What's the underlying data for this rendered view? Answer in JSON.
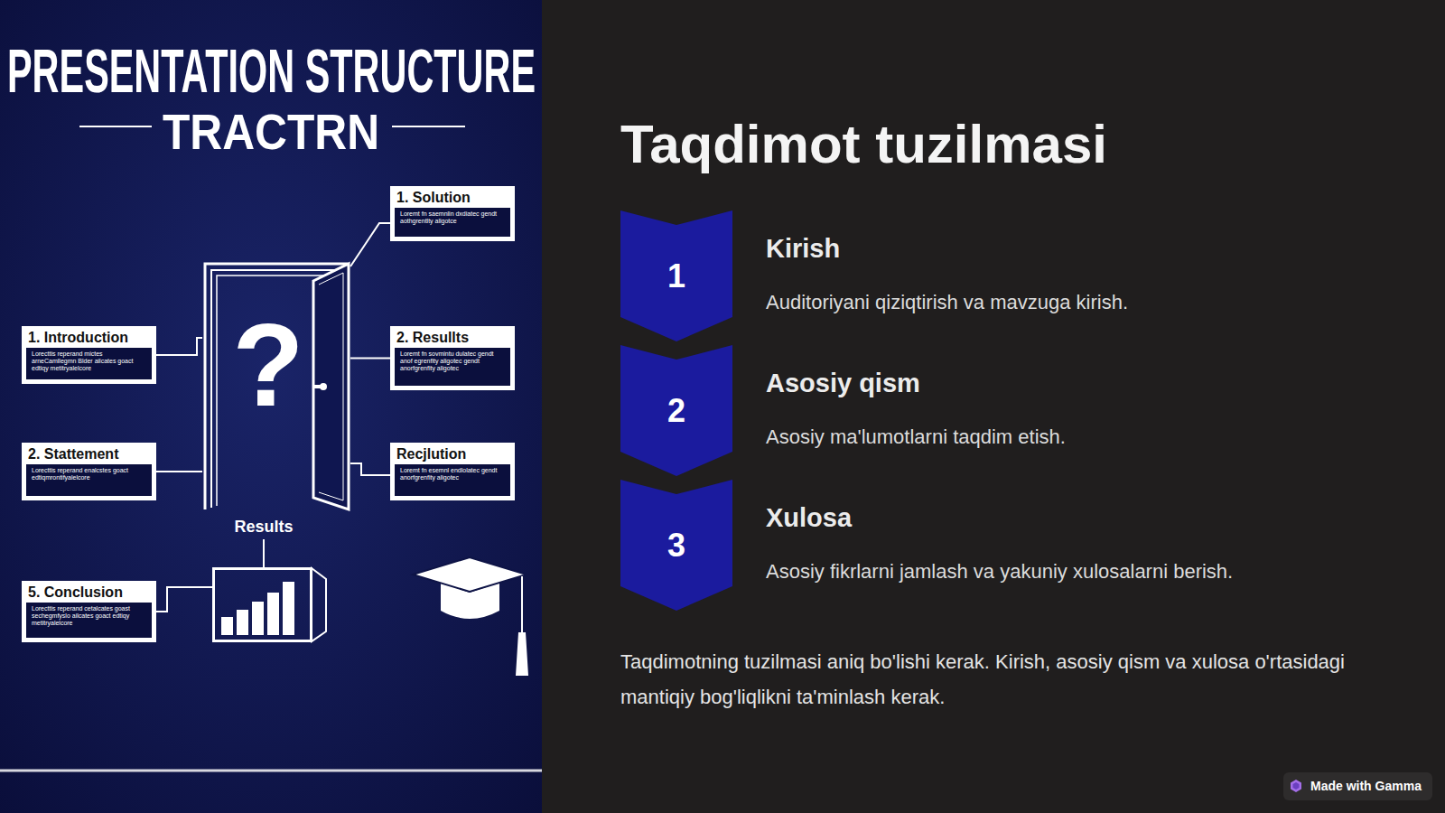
{
  "diagram": {
    "title": "Taqdimot tuzilmasi",
    "nodes": [
      {
        "text": [
          "1. Solution",
          "Loremt fn saemnlin dxdiatec gendt aothgrentlty aligotce"
        ]
      },
      {
        "text": [
          "?"
        ]
      },
      {
        "text": [
          "1. Introduction",
          "Lorecttis reperand mictes arneCamllegmn Blder ailcates goact edtiqy metitryalelcore"
        ]
      },
      {
        "text": [
          "2. Resullts",
          "Loremt fn sovmintu dulatec gendt anof egrenfity aligotec gendt anorfgrenfity aligotec"
        ]
      },
      {
        "text": [
          "2. Stattement",
          "Lorecttis reperand enalcstes goact edtiqmrontifyalelcore"
        ]
      },
      {
        "text": [
          "Recjlution",
          "Loremt fn esemnl endlolatec gendt anorfgrenfity aligotec"
        ]
      },
      {
        "text": [
          "Results"
        ]
      },
      {
        "text": [
          "5. Conclusion",
          "Lorecttis reperand cetalcates goast sechegmfyslo ailcates goact edtiqy metitryalelcore"
        ]
      },
      {
        "text": [
          "1",
          "Kirish",
          "Auditoriyani qiziqtirish va mavzuga kirish."
        ]
      },
      {
        "text": [
          "2",
          "Asosiy qism",
          "Asosiy ma'lumotlarni taqdim etish."
        ]
      },
      {
        "text": [
          "3",
          "Xulosa",
          "Asosiy fikrlarni jamlash va yakuniy xulosalarni berish."
        ]
      }
    ],
    "edges": [
      {
        "from": 0,
        "to": 1,
        "arrow": "none"
      },
      {
        "from": 2,
        "to": 1,
        "arrow": "none"
      },
      {
        "from": 3,
        "to": 1,
        "arrow": "none"
      },
      {
        "from": 4,
        "to": 1,
        "arrow": "none"
      },
      {
        "from": 5,
        "to": 1,
        "arrow": "none"
      },
      {
        "from": 7,
        "to": 6,
        "arrow": "none"
      }
    ],
    "labels": [
      "PRESENTATION STRUCTURE",
      "TRACTRN",
      "Taqdimotning tuzilmasi aniq bo'lishi kerak. Kirish, asosiy qism va xulosa o'rtasidagi mantiqiy bog'liqlikni ta'minlash kerak.",
      "Made with Gamma"
    ]
  }
}
